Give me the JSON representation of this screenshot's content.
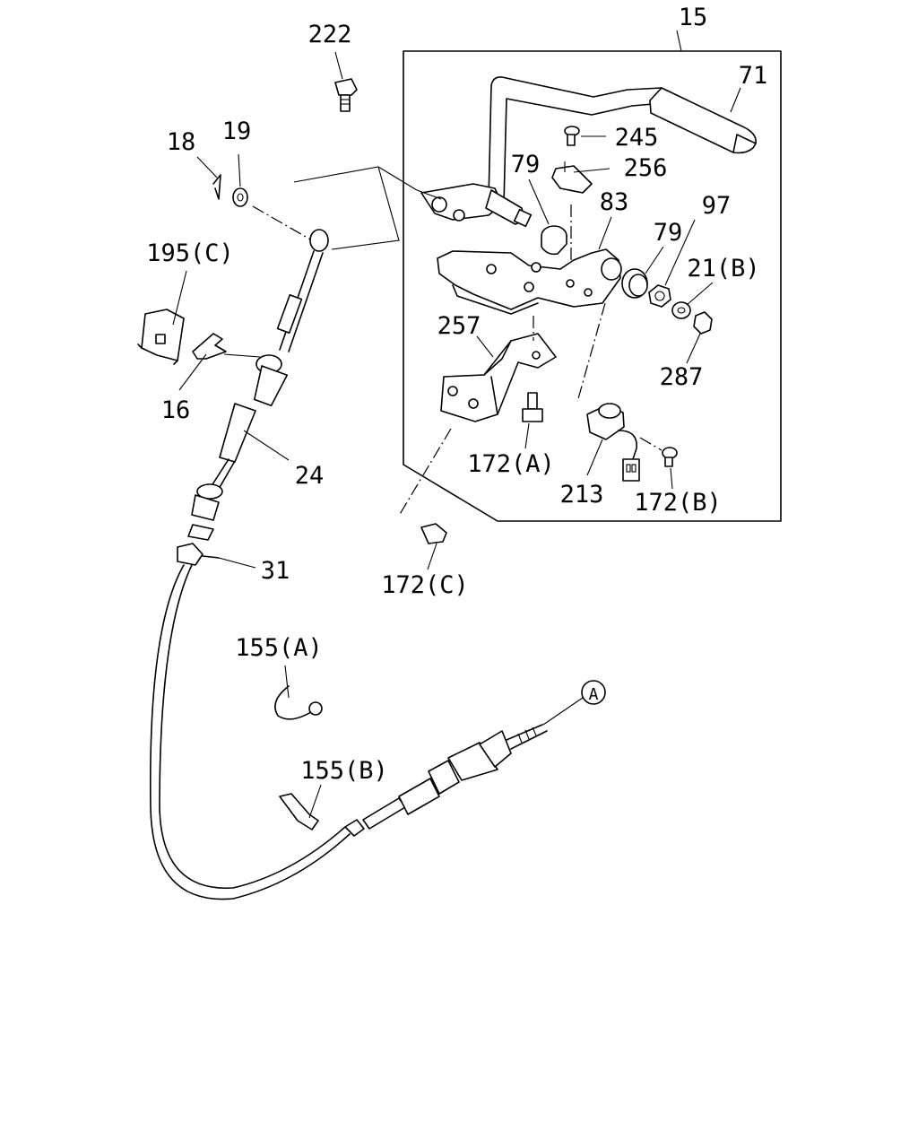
{
  "labels": {
    "l15": "15",
    "l222": "222",
    "l71": "71",
    "l245": "245",
    "l256": "256",
    "l18": "18",
    "l19": "19",
    "l79a": "79",
    "l83": "83",
    "l97": "97",
    "l79b": "79",
    "l21b": "21(B)",
    "l195c": "195(C)",
    "l257": "257",
    "l287": "287",
    "l16": "16",
    "l24": "24",
    "l172a": "172(A)",
    "l213": "213",
    "l172b": "172(B)",
    "l31": "31",
    "l172c": "172(C)",
    "l155a": "155(A)",
    "l155b": "155(B)",
    "refA": "A"
  }
}
